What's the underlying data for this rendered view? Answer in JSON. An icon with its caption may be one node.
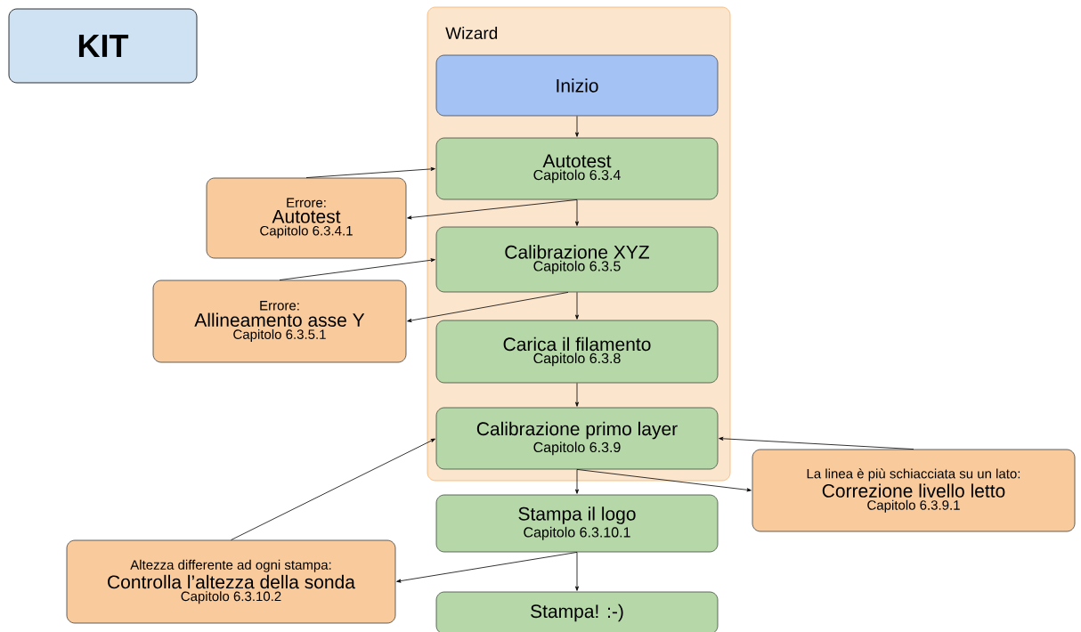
{
  "diagram": {
    "nodes": [
      {
        "text": [
          "KIT"
        ]
      },
      {
        "text": [
          "Wizard"
        ]
      },
      {
        "text": [
          "Inizio"
        ],
        "in": 1
      },
      {
        "text": [
          "Autotest",
          "Capitolo 6.3.4"
        ],
        "in": 1
      },
      {
        "text": [
          "Errore:",
          "Autotest",
          "Capitolo 6.3.4.1"
        ]
      },
      {
        "text": [
          "Calibrazione XYZ",
          "Capitolo 6.3.5"
        ],
        "in": 1
      },
      {
        "text": [
          "Errore:",
          "Allineamento asse Y",
          "Capitolo 6.3.5.1"
        ]
      },
      {
        "text": [
          "Carica il filamento",
          "Capitolo 6.3.8"
        ],
        "in": 1
      },
      {
        "text": [
          "Calibrazione primo layer",
          "Capitolo 6.3.9"
        ],
        "in": 1
      },
      {
        "text": [
          "La linea è più schiacciata su un lato:",
          "Correzione livello letto",
          "Capitolo 6.3.9.1"
        ]
      },
      {
        "text": [
          "Stampa il logo",
          "Capitolo 6.3.10.1"
        ]
      },
      {
        "text": [
          "Altezza differente ad ogni stampa:",
          "Controlla l’altezza della sonda",
          "Capitolo 6.3.10.2"
        ]
      },
      {
        "text": [
          "Stampa! :-)"
        ]
      }
    ],
    "edges": [
      {
        "from": 2,
        "to": 3,
        "arrow": "to"
      },
      {
        "from": 4,
        "to": 3,
        "arrow": "to"
      },
      {
        "from": 3,
        "to": 4,
        "arrow": "to"
      },
      {
        "from": 3,
        "to": 5,
        "arrow": "to"
      },
      {
        "from": 6,
        "to": 5,
        "arrow": "to"
      },
      {
        "from": 5,
        "to": 6,
        "arrow": "to"
      },
      {
        "from": 5,
        "to": 7,
        "arrow": "to"
      },
      {
        "from": 7,
        "to": 8,
        "arrow": "to"
      },
      {
        "from": 8,
        "to": 9,
        "arrow": "to"
      },
      {
        "from": 9,
        "to": 8,
        "arrow": "to"
      },
      {
        "from": 8,
        "to": 10,
        "arrow": "to"
      },
      {
        "from": 10,
        "to": 11,
        "arrow": "to"
      },
      {
        "from": 11,
        "to": 8,
        "arrow": "to"
      },
      {
        "from": 10,
        "to": 12,
        "arrow": "to"
      }
    ]
  }
}
